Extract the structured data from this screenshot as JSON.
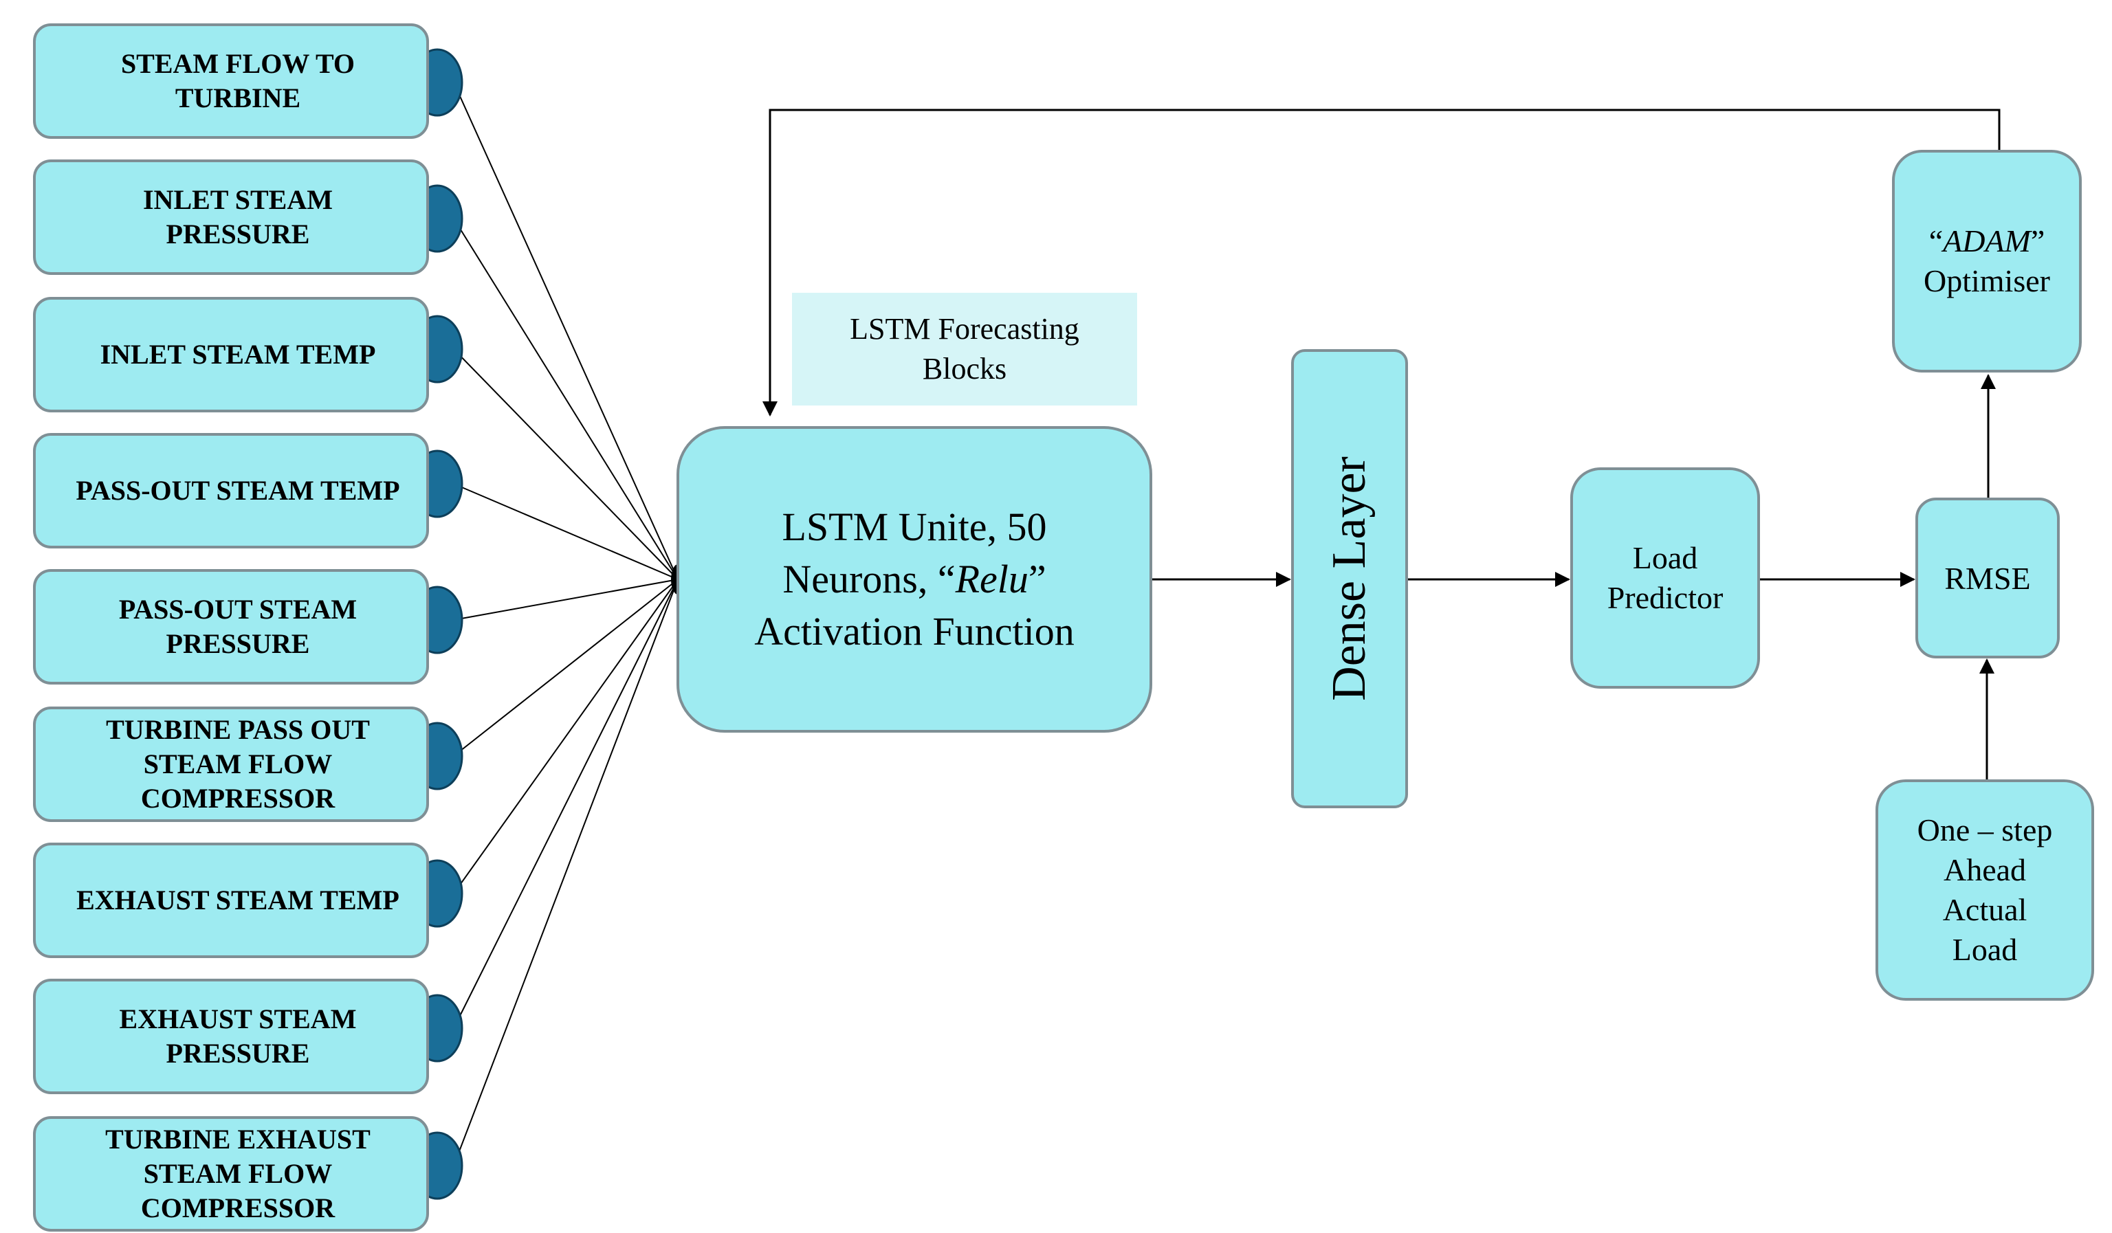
{
  "inputs": [
    {
      "lines": [
        "STEAM FLOW TO",
        "TURBINE"
      ]
    },
    {
      "lines": [
        "INLET STEAM",
        "PRESSURE"
      ]
    },
    {
      "lines": [
        "INLET STEAM TEMP"
      ]
    },
    {
      "lines": [
        "PASS-OUT STEAM TEMP"
      ]
    },
    {
      "lines": [
        "PASS-OUT STEAM",
        "PRESSURE"
      ]
    },
    {
      "lines": [
        "TURBINE PASS OUT",
        "STEAM FLOW",
        "COMPRESSOR"
      ]
    },
    {
      "lines": [
        "EXHAUST STEAM TEMP"
      ]
    },
    {
      "lines": [
        "EXHAUST STEAM",
        "PRESSURE"
      ]
    },
    {
      "lines": [
        "TURBINE EXHAUST",
        "STEAM FLOW",
        "COMPRESSOR"
      ]
    }
  ],
  "label_box": {
    "line1": "LSTM Forecasting",
    "line2": "Blocks"
  },
  "lstm_unit": {
    "line1": "LSTM Unite, 50",
    "line2_prefix": "Neurons, “",
    "line2_italic": "Relu",
    "line2_suffix": "”",
    "line3": "Activation  Function"
  },
  "dense_layer": "Dense Layer",
  "load_predictor": {
    "line1": "Load",
    "line2": "Predictor"
  },
  "rmse": "RMSE",
  "optimiser": {
    "quote_open": "“",
    "name": "ADAM",
    "quote_close": "”",
    "line2": "Optimiser"
  },
  "actual_load": {
    "line1": "One – step",
    "line2": "Ahead",
    "line3": "Actual",
    "line4": "Load"
  },
  "colors": {
    "box_fill": "#9eebf1",
    "box_border": "#7f8f95",
    "node_dot": "#1a6e98",
    "label_fill": "#d6f5f7",
    "line": "#000000"
  }
}
